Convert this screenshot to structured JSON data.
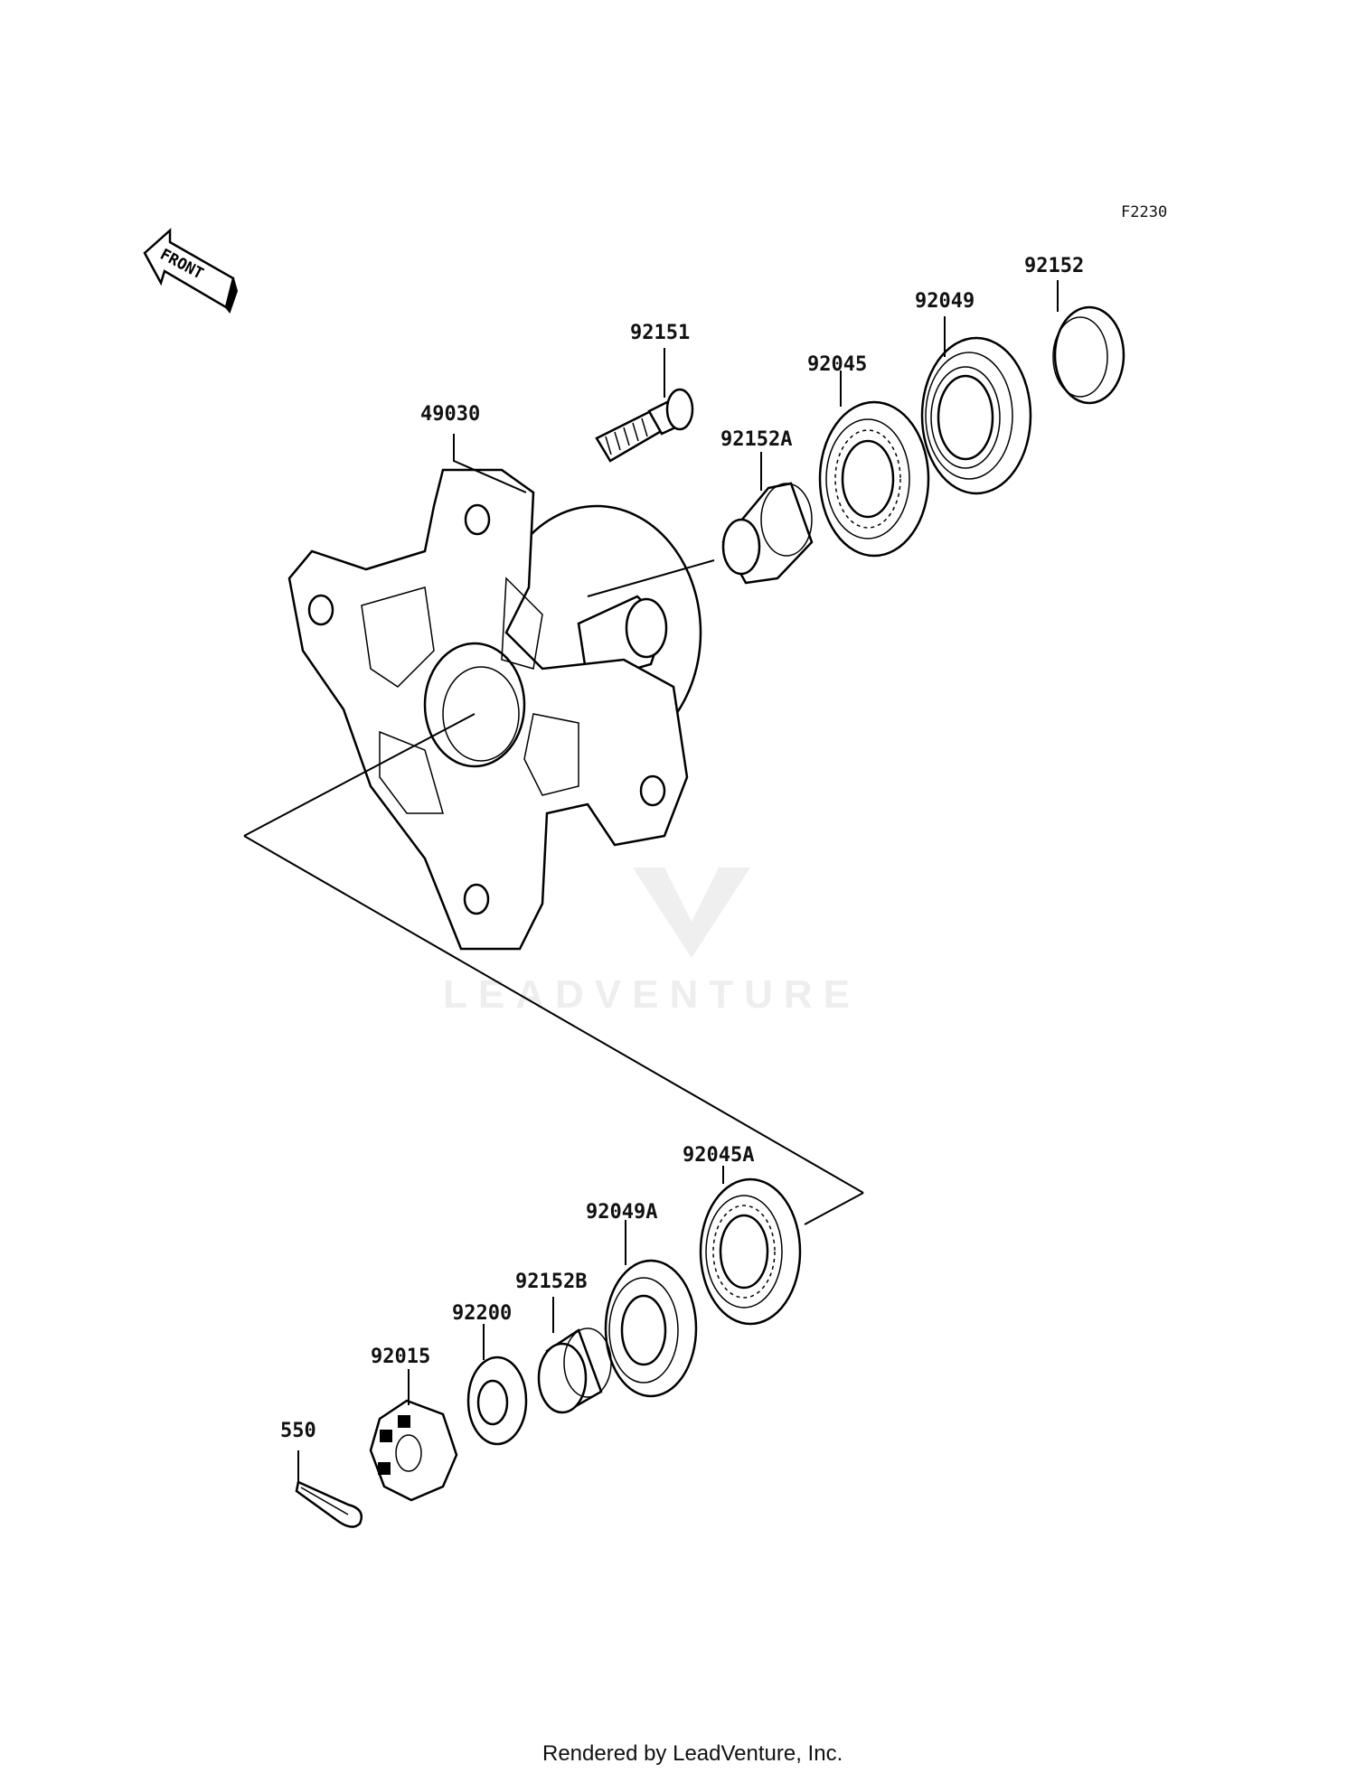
{
  "diagram_code": "F2230",
  "front_arrow_text": "FRONT",
  "watermark_text": "LEADVENTURE",
  "footer_text": "Rendered by LeadVenture, Inc.",
  "callouts": [
    {
      "id": "49030",
      "label": "49030"
    },
    {
      "id": "92151",
      "label": "92151"
    },
    {
      "id": "92152A",
      "label": "92152A"
    },
    {
      "id": "92045",
      "label": "92045"
    },
    {
      "id": "92049",
      "label": "92049"
    },
    {
      "id": "92152",
      "label": "92152"
    },
    {
      "id": "92045A",
      "label": "92045A"
    },
    {
      "id": "92049A",
      "label": "92049A"
    },
    {
      "id": "92152B",
      "label": "92152B"
    },
    {
      "id": "92200",
      "label": "92200"
    },
    {
      "id": "92015",
      "label": "92015"
    },
    {
      "id": "550",
      "label": "550"
    }
  ]
}
